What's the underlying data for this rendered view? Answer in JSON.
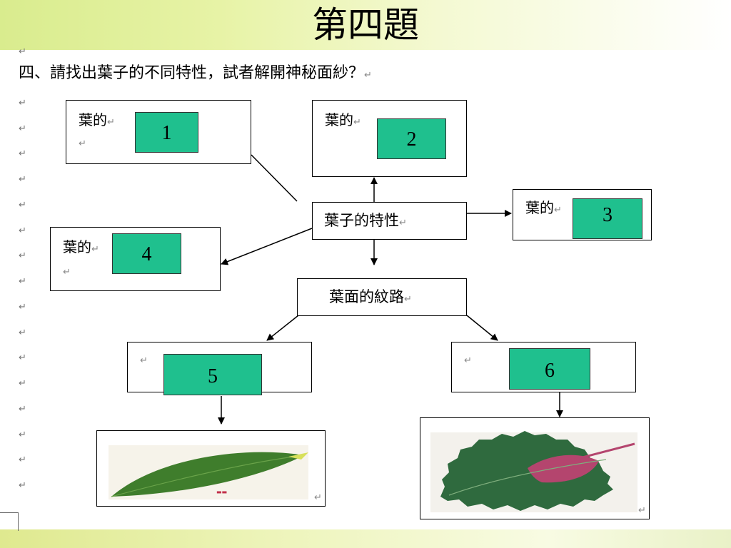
{
  "slide_title": "第四題",
  "question": "四、請找出葉子的不同特性，試者解開神秘面紗？",
  "return_mark": "↵",
  "boxes": {
    "box1": {
      "label": "葉的",
      "number": "1"
    },
    "box2": {
      "label": "葉的",
      "number": "2"
    },
    "box3": {
      "label": "葉的",
      "number": "3"
    },
    "box4": {
      "label": "葉的",
      "number": "4"
    },
    "center": {
      "label": "葉子的特性"
    },
    "vein": {
      "label": "葉面的紋路"
    },
    "box5": {
      "number": "5"
    },
    "box6": {
      "number": "6"
    }
  },
  "colors": {
    "number_box": "#1fc08e",
    "header_band": "#d9ec8e"
  }
}
